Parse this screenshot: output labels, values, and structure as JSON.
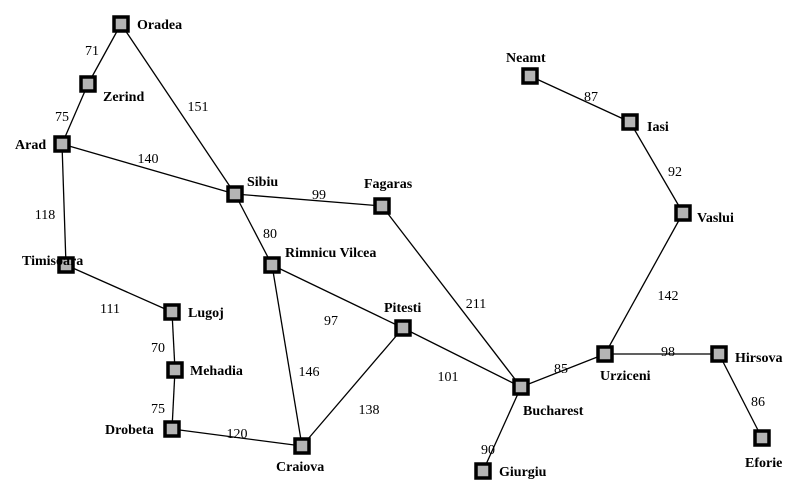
{
  "title": "Romania road map",
  "colors": {
    "node_border": "#000000",
    "node_fill": "#b4b4b4",
    "edge": "#000000"
  },
  "cities": [
    "Oradea",
    "Zerind",
    "Arad",
    "Timisoara",
    "Lugoj",
    "Mehadia",
    "Drobeta",
    "Craiova",
    "Rimnicu Vilcea",
    "Sibiu",
    "Fagaras",
    "Pitesti",
    "Bucharest",
    "Giurgiu",
    "Urziceni",
    "Hirsova",
    "Eforie",
    "Vaslui",
    "Iasi",
    "Neamt"
  ],
  "roads": [
    {
      "from": "Oradea",
      "to": "Zerind",
      "distance": "71"
    },
    {
      "from": "Zerind",
      "to": "Arad",
      "distance": "75"
    },
    {
      "from": "Oradea",
      "to": "Sibiu",
      "distance": "151"
    },
    {
      "from": "Arad",
      "to": "Sibiu",
      "distance": "140"
    },
    {
      "from": "Arad",
      "to": "Timisoara",
      "distance": "118"
    },
    {
      "from": "Sibiu",
      "to": "Fagaras",
      "distance": "99"
    },
    {
      "from": "Sibiu",
      "to": "Rimnicu Vilcea",
      "distance": "80"
    },
    {
      "from": "Timisoara",
      "to": "Lugoj",
      "distance": "111"
    },
    {
      "from": "Lugoj",
      "to": "Mehadia",
      "distance": "70"
    },
    {
      "from": "Rimnicu Vilcea",
      "to": "Pitesti",
      "distance": "97"
    },
    {
      "from": "Fagaras",
      "to": "Bucharest",
      "distance": "211"
    },
    {
      "from": "Rimnicu Vilcea",
      "to": "Craiova",
      "distance": "146"
    },
    {
      "from": "Mehadia",
      "to": "Drobeta",
      "distance": "75"
    },
    {
      "from": "Drobeta",
      "to": "Craiova",
      "distance": "120"
    },
    {
      "from": "Craiova",
      "to": "Pitesti",
      "distance": "138"
    },
    {
      "from": "Pitesti",
      "to": "Bucharest",
      "distance": "101"
    },
    {
      "from": "Bucharest",
      "to": "Urziceni",
      "distance": "85"
    },
    {
      "from": "Bucharest",
      "to": "Giurgiu",
      "distance": "90"
    },
    {
      "from": "Urziceni",
      "to": "Vaslui",
      "distance": "142"
    },
    {
      "from": "Urziceni",
      "to": "Hirsova",
      "distance": "98"
    },
    {
      "from": "Hirsova",
      "to": "Eforie",
      "distance": "86"
    },
    {
      "from": "Vaslui",
      "to": "Iasi",
      "distance": "92"
    },
    {
      "from": "Iasi",
      "to": "Neamt",
      "distance": "87"
    }
  ]
}
